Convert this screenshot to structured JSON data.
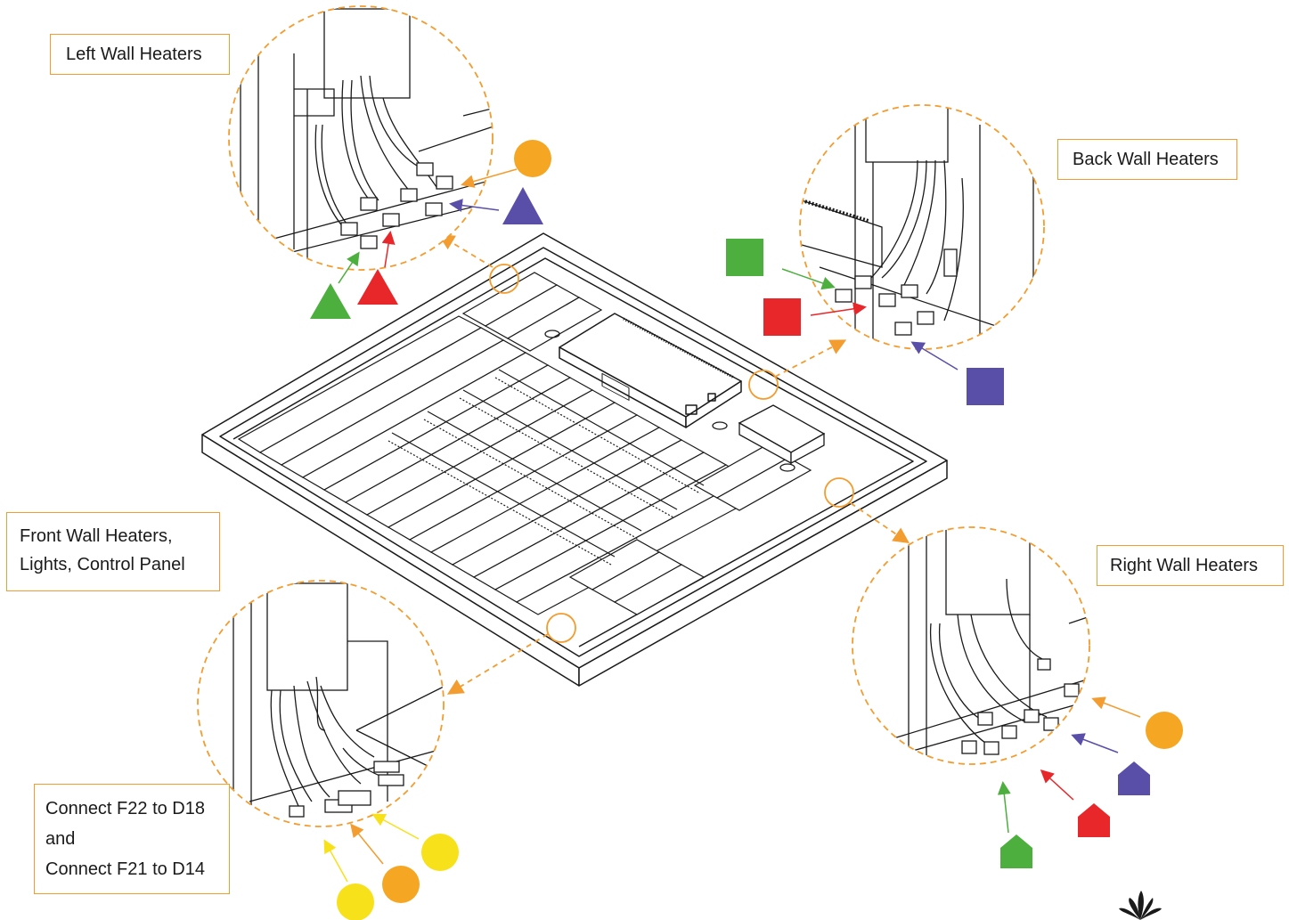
{
  "labels": {
    "left_wall": "Left Wall Heaters",
    "back_wall": "Back Wall Heaters",
    "right_wall": "Right Wall Heaters",
    "front_wall_line1": "Front Wall Heaters,",
    "front_wall_line2": "Lights, Control Panel",
    "connect_line1": "Connect F22 to D18",
    "connect_line2": "and",
    "connect_line3": "Connect F21 to D14"
  },
  "colors": {
    "accent_orange": "#f39c2f",
    "marker_orange": "#f5a623",
    "marker_blue": "#5a4fa8",
    "marker_red": "#e8272a",
    "marker_green": "#4caf3e",
    "marker_yellow": "#f7e11a",
    "line": "#1a1a1a"
  },
  "markers": {
    "left_wall": [
      "orange-circle",
      "blue-triangle",
      "red-triangle",
      "green-triangle"
    ],
    "back_wall": [
      "green-square",
      "red-square",
      "blue-square"
    ],
    "right_wall": [
      "orange-circle",
      "blue-pentagon",
      "red-pentagon",
      "green-pentagon"
    ],
    "front_wall": [
      "yellow-circle",
      "orange-circle",
      "yellow-circle"
    ]
  }
}
